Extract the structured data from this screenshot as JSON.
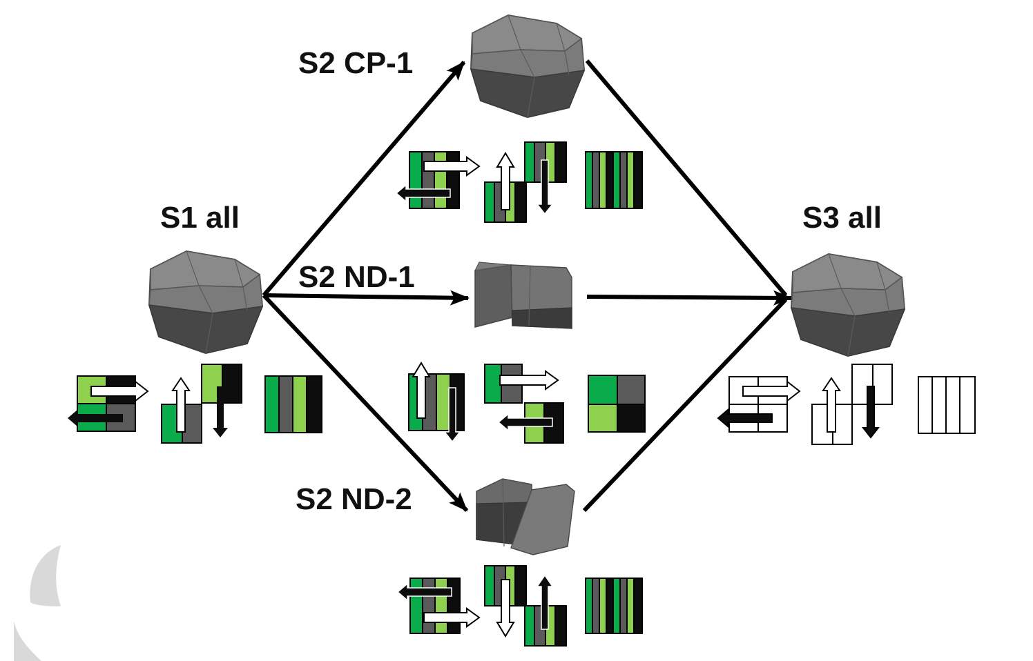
{
  "labels": {
    "s1": "S1 all",
    "s2_cp1": "S2 CP-1",
    "s2_nd1": "S2 ND-1",
    "s2_nd2": "S2 ND-2",
    "s3": "S3 all"
  },
  "colors": {
    "green_dark": "#0aab4a",
    "green_light": "#8dd14f",
    "grey": "#5a5a5a",
    "black": "#0d0d0d",
    "arrow": "#000000",
    "poly_fill": "#6d6d6d",
    "poly_dark": "#3e3e3e",
    "watermark": "#d6d6d6"
  },
  "icons": {
    "polyhedron": "shaded-polyhedron-icon",
    "shift_diagram": "horizontal-shift-icon",
    "slide_diagram": "vertical-slide-icon",
    "stripes": "stripe-pattern-icon"
  }
}
